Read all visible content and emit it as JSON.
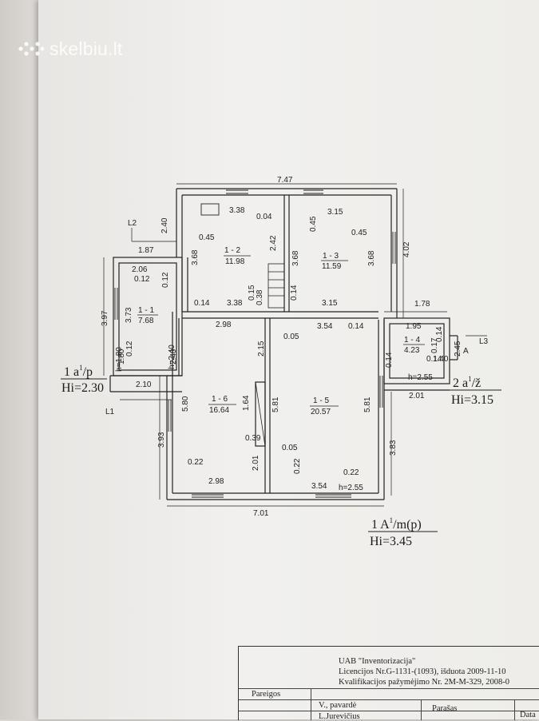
{
  "watermark": "skelbiu.lt",
  "rooms": [
    {
      "id": "1 - 1",
      "area": "7.68"
    },
    {
      "id": "1 - 2",
      "area": "11.98"
    },
    {
      "id": "1 - 3",
      "area": "11.59"
    },
    {
      "id": "1 - 4",
      "area": "4.23"
    },
    {
      "id": "1 - 5",
      "area": "20.57"
    },
    {
      "id": "1 - 6",
      "area": "16.64"
    }
  ],
  "dimensions": {
    "d747": "7.47",
    "d338a": "3.38",
    "d004": "0.04",
    "d315a": "3.15",
    "d045a": "0.45",
    "d045b": "0.45",
    "d045c": "0.45",
    "d240a": "2.40",
    "d187": "1.87",
    "d206": "2.06",
    "d012a": "0.12",
    "d012b": "0.12",
    "d368a": "3.68",
    "d242": "2.42",
    "d368b": "3.68",
    "d368c": "3.68",
    "d402": "4.02",
    "d397": "3.97",
    "d373": "3.73",
    "d014a": "0.14",
    "d338b": "3.38",
    "d015": "0.15",
    "d038": "0.38",
    "d014b": "0.14",
    "d315b": "3.15",
    "d178": "1.78",
    "d298a": "2.98",
    "d354a": "3.54",
    "d014c": "0.14",
    "d195": "1.95",
    "d014d": "0.14",
    "d017": "0.17",
    "d245": "2.45",
    "d005a": "0.05",
    "d215": "2.15",
    "d180": "1.80",
    "d012c": "0.12",
    "d240b": "2.40",
    "d014e": "0.14",
    "d014f": "0.14",
    "d140": "1.40",
    "d210": "2.10",
    "d201a": "2.01",
    "d580": "5.80",
    "d164": "1.64",
    "d581a": "5.81",
    "d581b": "5.81",
    "d039": "0.39",
    "d005b": "0.05",
    "d393": "3.93",
    "d383": "3.83",
    "d022a": "0.22",
    "d201b": "2.01",
    "d022b": "0.22",
    "d022c": "0.22",
    "d298b": "2.98",
    "d354b": "3.54",
    "d701": "7.01"
  },
  "labels": {
    "h255a": "h=2.55",
    "h255b": "h=2.55",
    "h240": "h=2.40",
    "h180": "h=1.80",
    "l1": "L1",
    "l2": "L2",
    "l3": "L3",
    "arrow_a": "A"
  },
  "heights": {
    "b1_title": "1 a",
    "b1_sup": "1",
    "b1_suffix": "/p",
    "b1_hi": "Hi=2.30",
    "b2_title": "2 a",
    "b2_sup": "1",
    "b2_suffix": "/ž",
    "b2_hi": "Hi=3.15",
    "main_title": "1 A",
    "main_sup": "1",
    "main_suffix": "/m(p)",
    "main_hi": "Hi=3.45"
  },
  "stamp": {
    "company": "UAB \"Inventorizacija\"",
    "license": "Licencijos Nr.G-1131-(1093), išduota 2009-11-10",
    "qualification": "Kvalifikacijos pažymėjimo Nr. 2M-M-329, 2008-0",
    "col_position": "Pareigos",
    "col_name": "V., pavardė",
    "col_signature": "Parašas",
    "col_date": "Data",
    "person": "L.Jurevičius"
  }
}
